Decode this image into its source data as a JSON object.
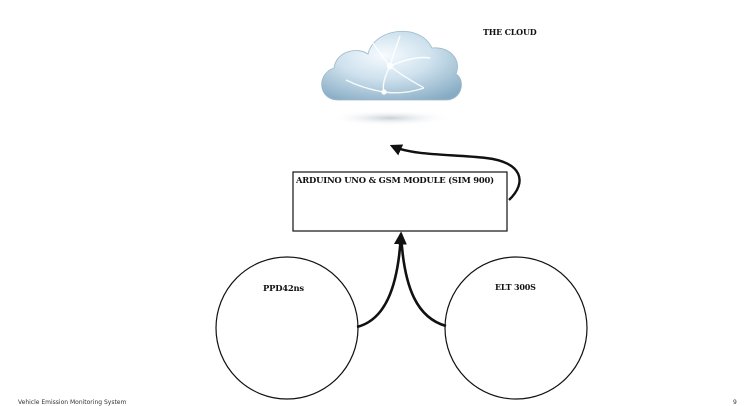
{
  "diagram": {
    "cloud_label": "THE CLOUD",
    "controller_label": "ARDUINO UNO & GSM MODULE (SIM 900)",
    "sensor_left_label": "PPD42ns",
    "sensor_right_label": "ELT 300S",
    "cloud_icon": "cloud-network-icon"
  },
  "footer": {
    "title": "Vehicle Emission Monitoring System",
    "page": "9"
  },
  "colors": {
    "line": "#111111",
    "cloud_light": "#eef6fb",
    "cloud_mid": "#b9d4e4",
    "cloud_dark": "#7fa5bd"
  }
}
